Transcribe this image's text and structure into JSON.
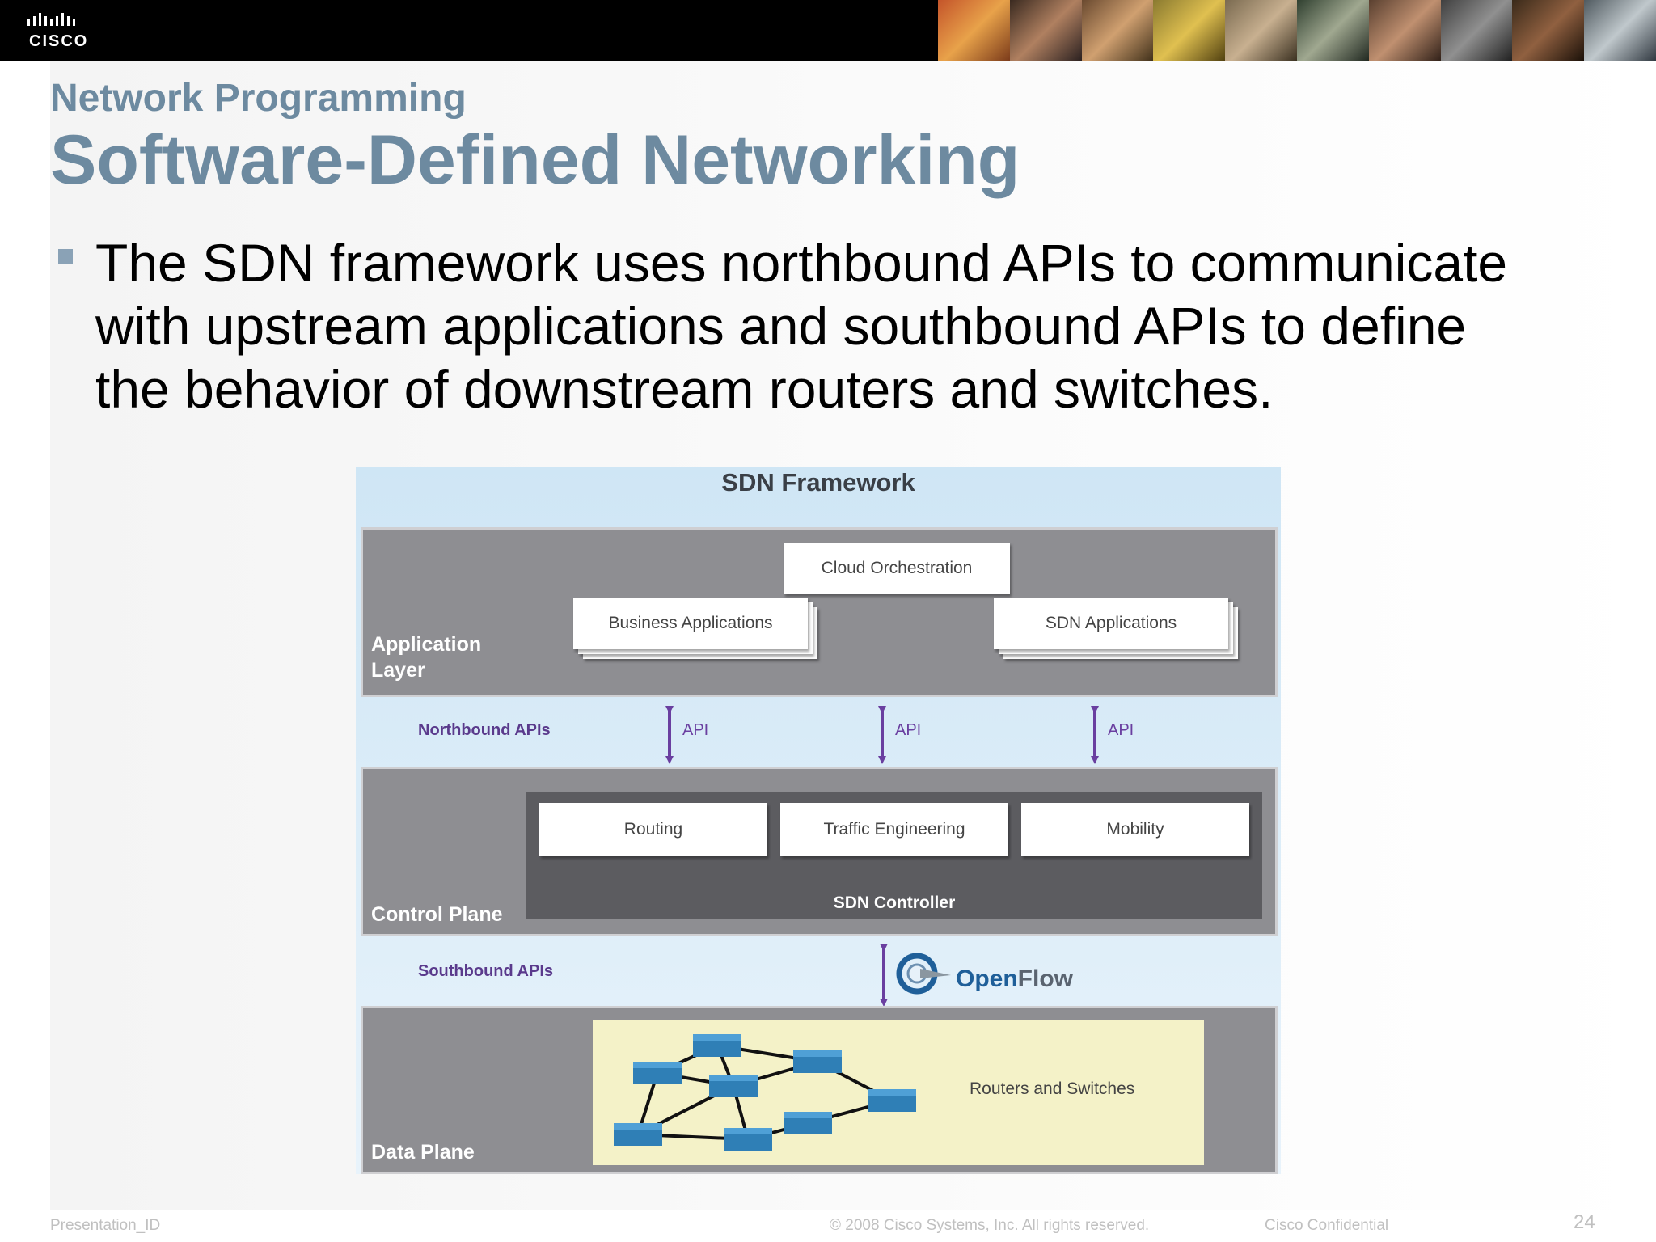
{
  "header": {
    "logo_text": "CISCO"
  },
  "slide": {
    "subtitle": "Network Programming",
    "title": "Software-Defined Networking",
    "bullet": "The SDN framework uses northbound APIs to communicate with upstream applications and southbound APIs to define the behavior of downstream routers and switches."
  },
  "diagram": {
    "title": "SDN Framework",
    "application_layer": {
      "label_line1": "Application",
      "label_line2": "Layer",
      "cloud": "Cloud Orchestration",
      "business": "Business Applications",
      "sdn_apps": "SDN Applications"
    },
    "northbound": {
      "label": "Northbound APIs",
      "api_labels": [
        "API",
        "API",
        "API"
      ]
    },
    "control_plane": {
      "label": "Control Plane",
      "controller": "SDN Controller",
      "modules": [
        "Routing",
        "Traffic Engineering",
        "Mobility"
      ]
    },
    "southbound": {
      "label": "Southbound APIs",
      "openflow_open": "Open",
      "openflow_flow": "Flow"
    },
    "data_plane": {
      "label": "Data Plane",
      "routers": "Routers and Switches"
    },
    "colors": {
      "layer_gray": "#8e8e92",
      "controller_gray": "#5c5c60",
      "api_purple": "#6a3fa0",
      "node_blue": "#2f7fb6"
    }
  },
  "footer": {
    "left": "Presentation_ID",
    "center": "© 2008 Cisco Systems, Inc. All rights reserved.",
    "right": "Cisco Confidential",
    "page": "24"
  }
}
